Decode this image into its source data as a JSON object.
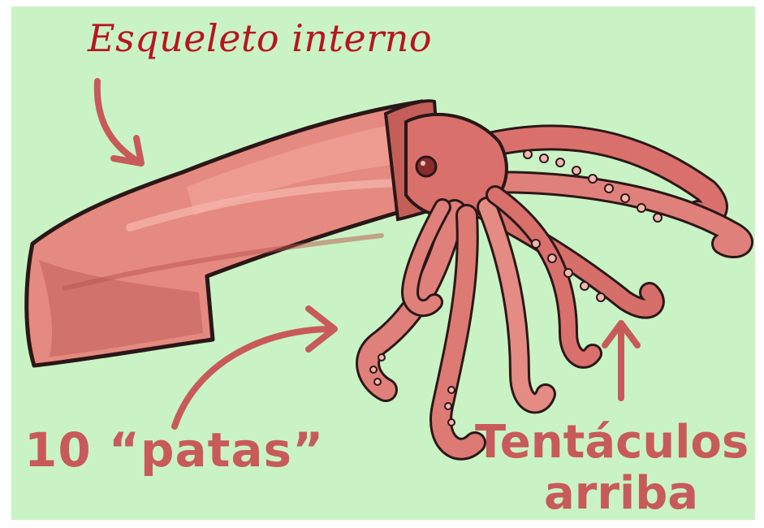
{
  "labels": {
    "internal_skeleton": "Esqueleto interno",
    "legs": "10 “patas”",
    "tentacles_line1": "Tentáculos",
    "tentacles_line2": "arriba"
  },
  "colors": {
    "background": "#c9f3c4",
    "squid_body": "#e27b74",
    "squid_shadow": "#b9534f",
    "annotation_red": "#c85a5a",
    "title_red": "#b81420"
  }
}
